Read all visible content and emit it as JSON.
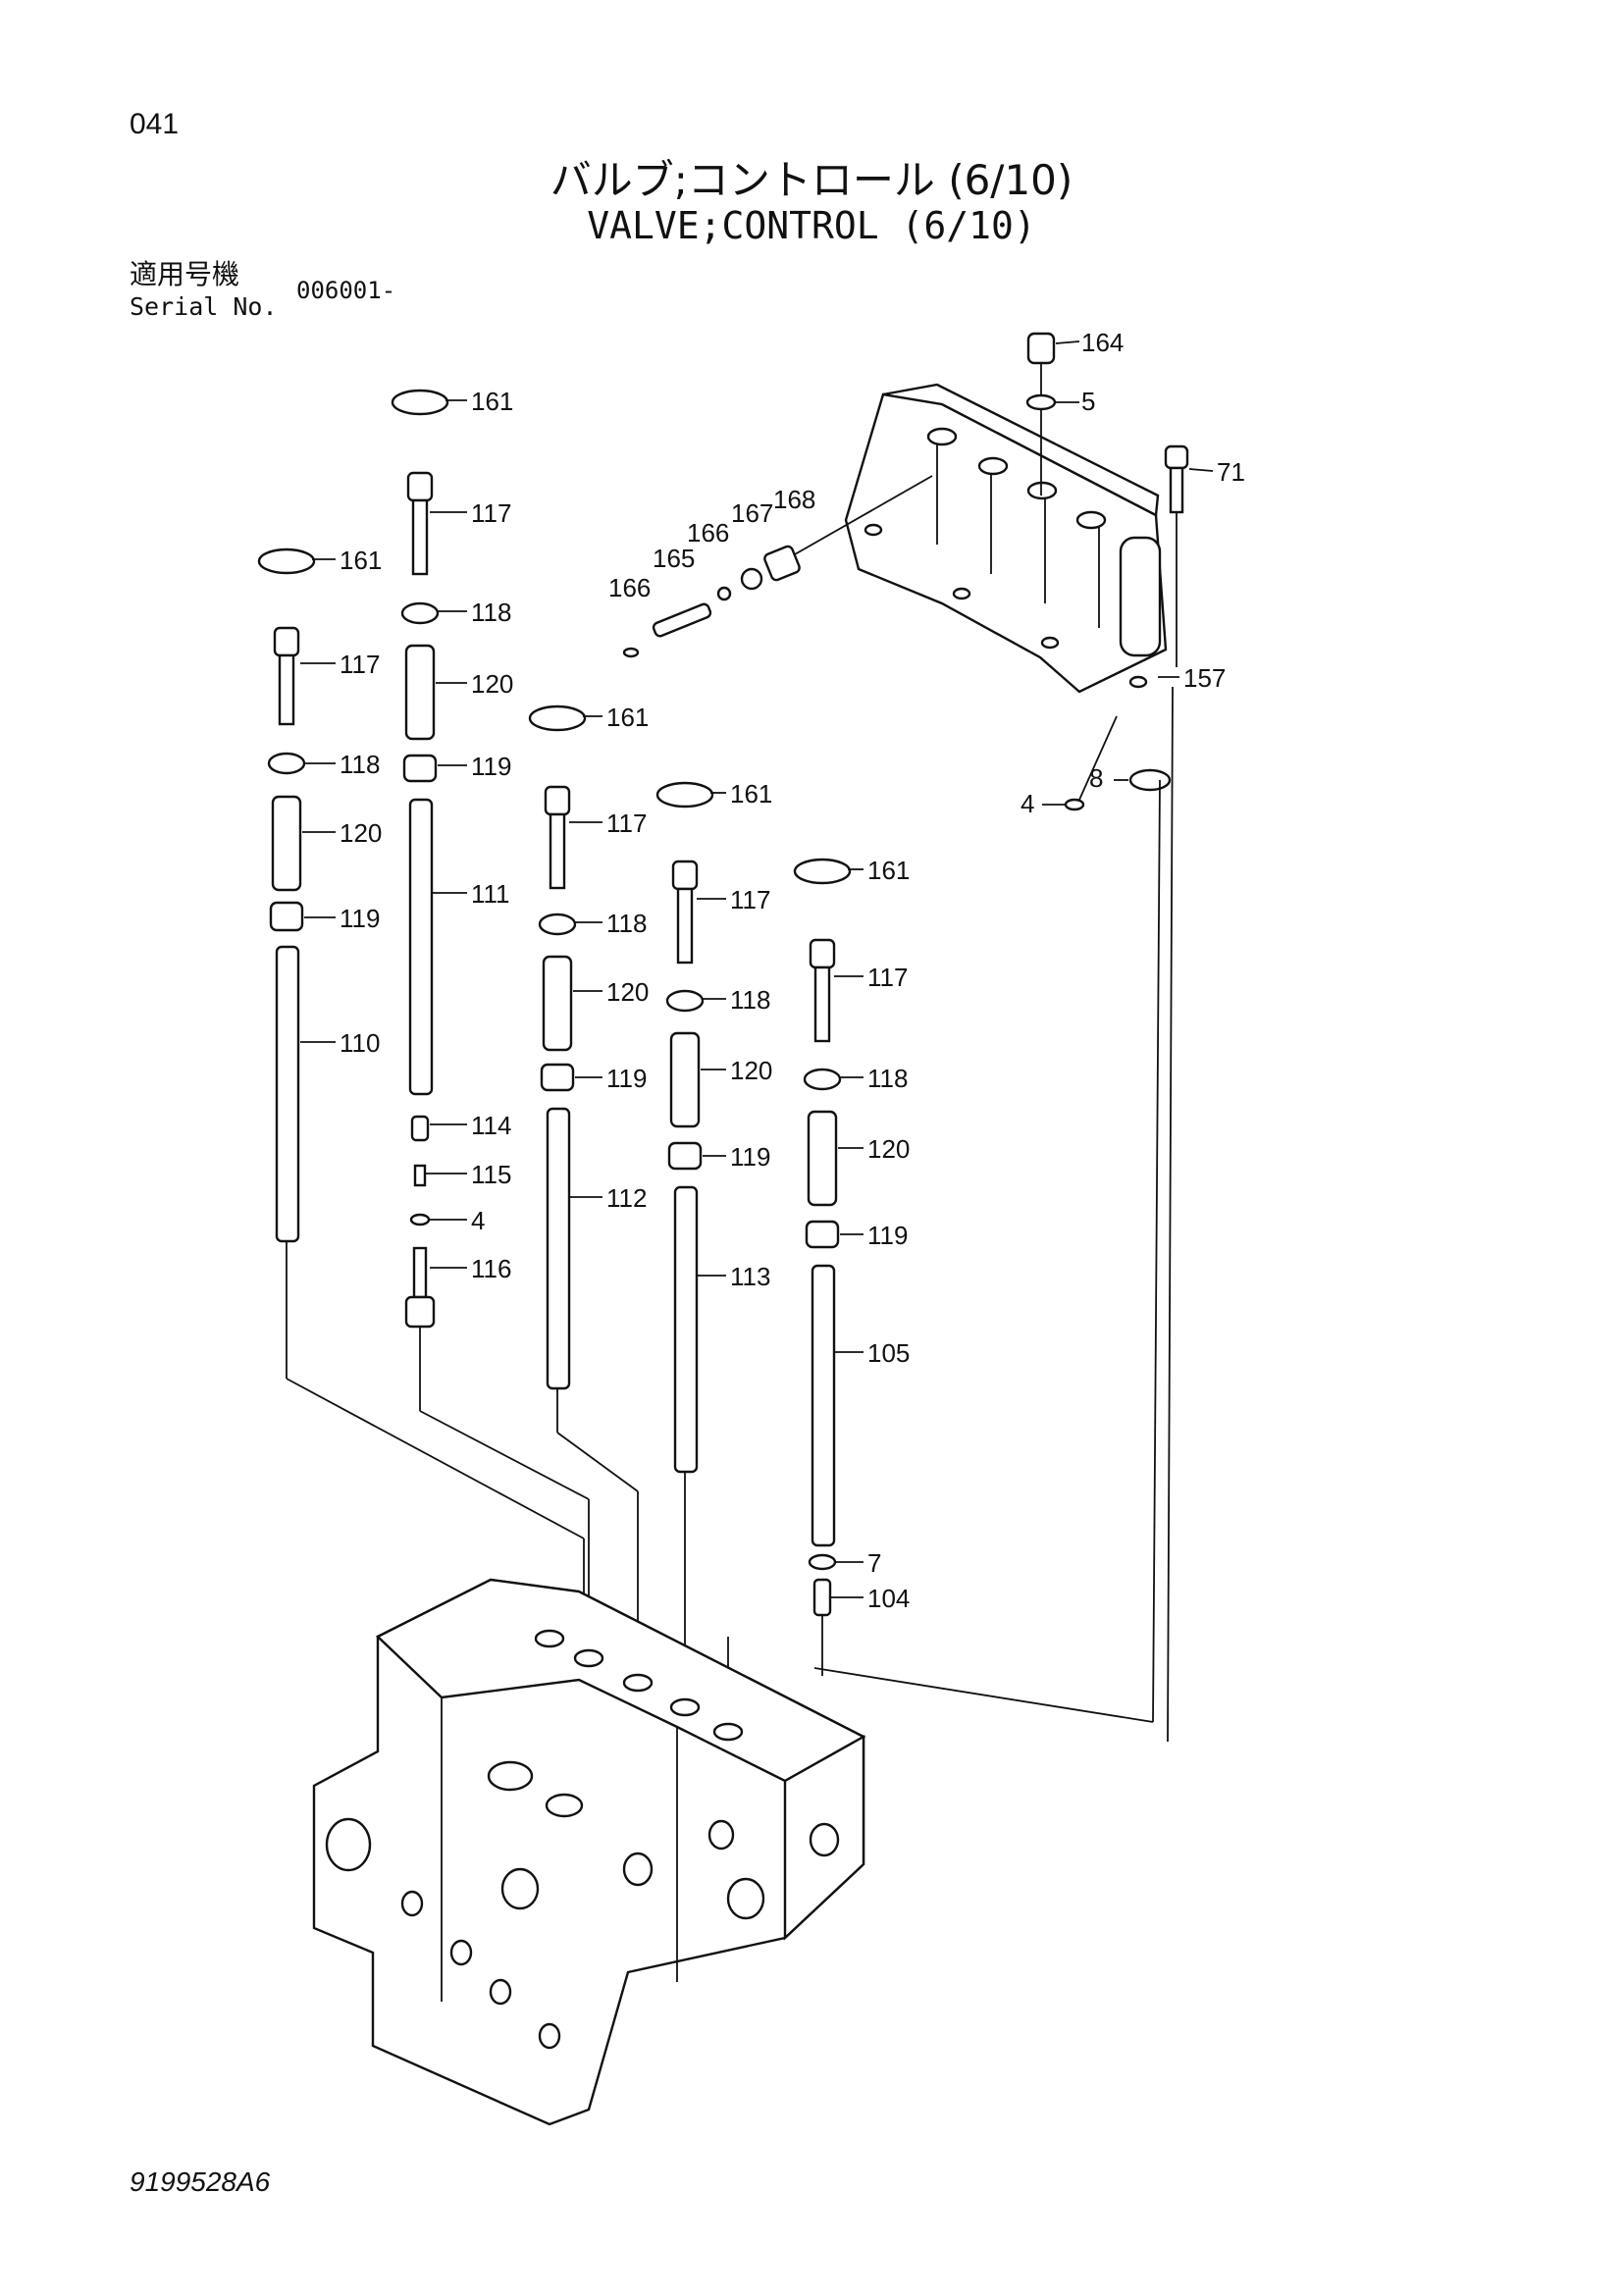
{
  "page": {
    "page_number": "041",
    "title_japanese": "バルブ;コントロール (6/10)",
    "title_english": "VALVE;CONTROL (6/10)",
    "serial_label_japanese": "適用号機",
    "serial_label_english": "Serial No.",
    "serial_value": "006001-",
    "document_code": "9199528A6"
  },
  "callouts": {
    "c164": "164",
    "c5": "5",
    "c71": "71",
    "c157": "157",
    "c8": "8",
    "c4a": "4",
    "c168": "168",
    "c167": "167",
    "c166a": "166",
    "c165": "165",
    "c166b": "166",
    "s1_161": "161",
    "s1_117": "117",
    "s1_118": "118",
    "s1_120": "120",
    "s1_119": "119",
    "s1_110": "110",
    "s2_161": "161",
    "s2_117": "117",
    "s2_118": "118",
    "s2_120": "120",
    "s2_119": "119",
    "s2_111": "111",
    "s2_114": "114",
    "s2_115": "115",
    "s2_4": "4",
    "s2_116": "116",
    "s3_161": "161",
    "s3_117": "117",
    "s3_118": "118",
    "s3_120": "120",
    "s3_119": "119",
    "s3_112": "112",
    "s4_161": "161",
    "s4_117": "117",
    "s4_118": "118",
    "s4_120": "120",
    "s4_119": "119",
    "s4_113": "113",
    "s5_161": "161",
    "s5_117": "117",
    "s5_118": "118",
    "s5_120": "120",
    "s5_119": "119",
    "s5_105": "105",
    "s5_7": "7",
    "s5_104": "104"
  }
}
